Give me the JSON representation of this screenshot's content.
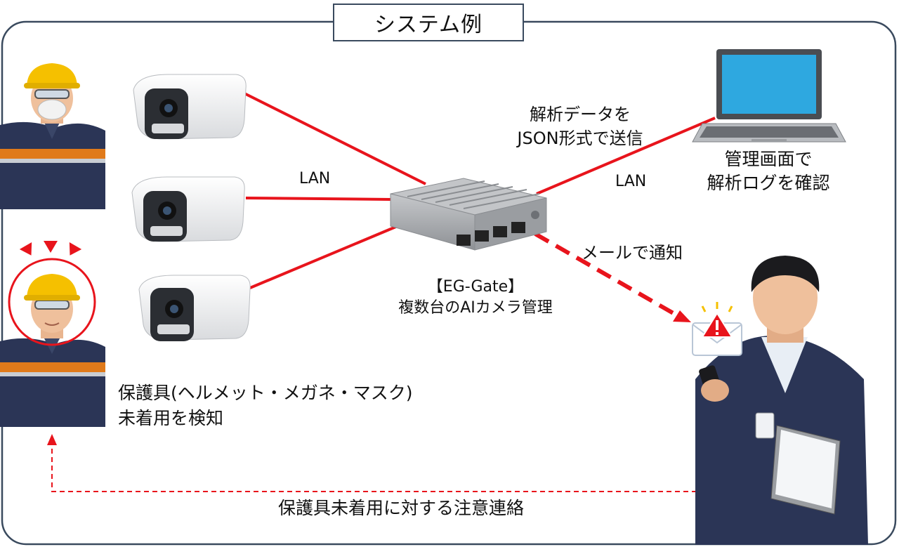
{
  "title": "システム例",
  "labels": {
    "lan_left": "LAN",
    "lan_right": "LAN",
    "send_line1": "解析データを",
    "send_line2": "JSON形式で送信",
    "pc_line1": "管理画面で",
    "pc_line2": "解析ログを確認",
    "gate_name": "【EG-Gate】",
    "gate_desc": "複数台のAIカメラ管理",
    "mail": "メールで通知",
    "detect_line1": "保護具(ヘルメット・メガネ・マスク)",
    "detect_line2": "未着用を検知",
    "feedback": "保護具未着用に対する注意連絡"
  },
  "colors": {
    "frame": "#3a4a5e",
    "link": "#e8141c",
    "helmet": "#f5c000",
    "jacket": "#2b3556",
    "reflective": "#e07a1a",
    "screen": "#2ea8e0",
    "device": "#a9abae"
  },
  "icons": {
    "worker": "worker-icon",
    "camera": "security-camera-icon",
    "gateway": "gateway-device-icon",
    "laptop": "laptop-icon",
    "manager": "manager-icon",
    "alert": "mail-alert-icon"
  }
}
